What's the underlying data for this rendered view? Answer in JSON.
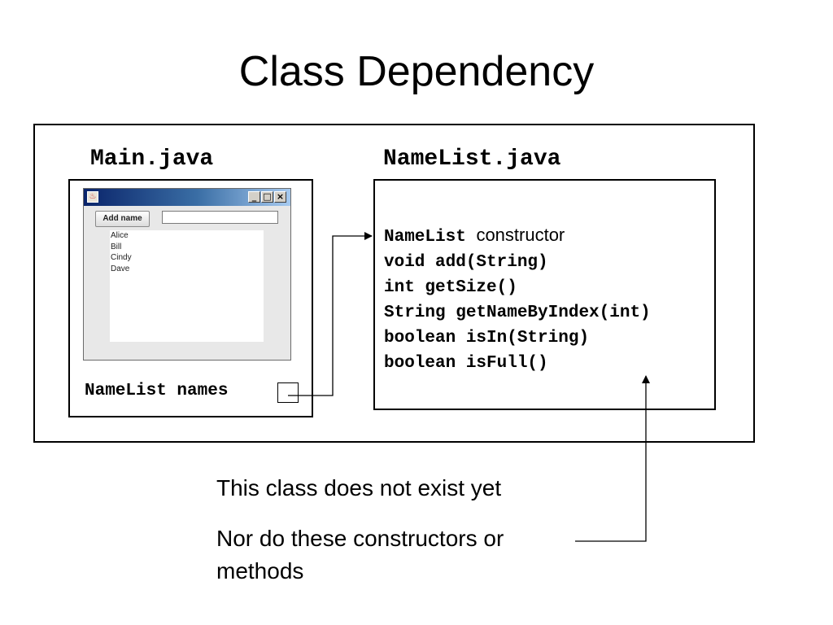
{
  "title": "Class Dependency",
  "main_file": {
    "label": "Main.java",
    "window": {
      "add_button_label": "Add name",
      "input_value": "",
      "names": [
        "Alice",
        "Bill",
        "Cindy",
        "Dave"
      ],
      "minimize_glyph": "_",
      "maximize_glyph": "□",
      "close_glyph": "×"
    },
    "field_declaration": "NameList names"
  },
  "namelist_file": {
    "label": "NameList.java",
    "constructor_name": "NameList",
    "constructor_word": "constructor",
    "methods": [
      "void add(String)",
      "int getSize()",
      "String getNameByIndex(int)",
      "boolean isIn(String)",
      "boolean isFull()"
    ]
  },
  "captions": {
    "line1": "This class does not exist yet",
    "line2a": "Nor do these constructors or",
    "line2b": "methods"
  }
}
